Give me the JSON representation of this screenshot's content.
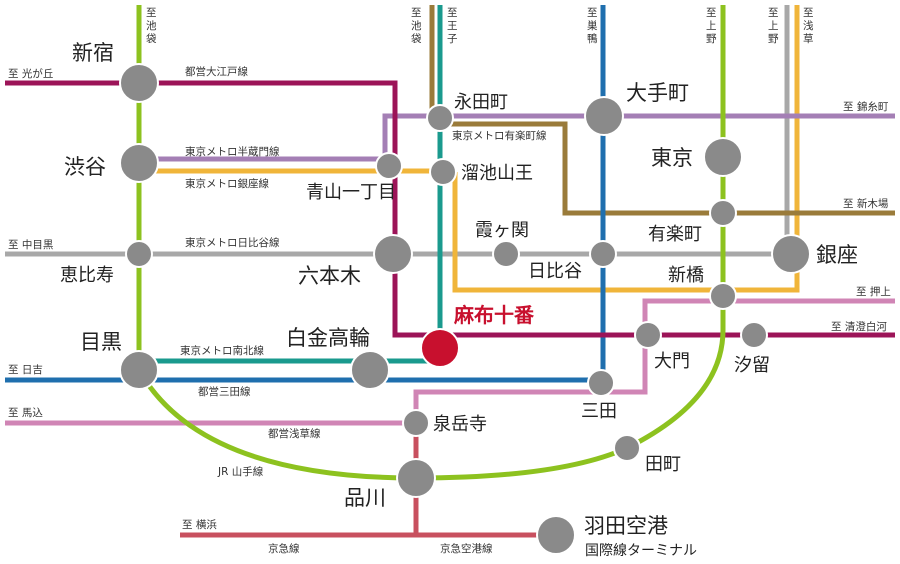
{
  "title_station": "麻布十番",
  "colors": {
    "oedo": "#9c1458",
    "yamanote": "#8dc21f",
    "hanzomon": "#a47fb5",
    "ginza": "#f0b53a",
    "hibiya": "#a8a8a8",
    "namboku": "#1a9a8e",
    "mita": "#1f6fae",
    "asakusa": "#d085b5",
    "yurakucho": "#9a7b3a",
    "keikyu": "#c8505f",
    "highlight": "#c8102e",
    "station": "#8a8a8a"
  },
  "stations": {
    "shinjuku": "新宿",
    "shibuya": "渋谷",
    "ebisu": "恵比寿",
    "meguro": "目黒",
    "aoyama": "青山一丁目",
    "roppongi": "六本木",
    "shirokane": "白金高輪",
    "azabu": "麻布十番",
    "nagatacho": "永田町",
    "tameike": "溜池山王",
    "otemachi": "大手町",
    "tokyo": "東京",
    "yurakucho": "有楽町",
    "kasumigaseki": "霞ヶ関",
    "hibiya": "日比谷",
    "ginza": "銀座",
    "shimbashi": "新橋",
    "daimon": "大門",
    "shiodome": "汐留",
    "mita": "三田",
    "sengakuji": "泉岳寺",
    "shinagawa": "品川",
    "tamachi": "田町",
    "haneda": "羽田空港",
    "haneda_sub": "国際線ターミナル"
  },
  "lines": {
    "oedo": "都営大江戸線",
    "hanzomon": "東京メトロ半蔵門線",
    "ginza": "東京メトロ銀座線",
    "hibiya": "東京メトロ日比谷線",
    "namboku": "東京メトロ南北線",
    "mita": "都営三田線",
    "asakusa": "都営浅草線",
    "yamanote": "JR 山手線",
    "yurakucho": "東京メトロ有楽町線",
    "keikyu": "京急線",
    "keikyu_airport": "京急空港線"
  },
  "directions": {
    "hikarigaoka": "至 光が丘",
    "nakameguro": "至 中目黒",
    "hiyoshi": "至 日吉",
    "magome": "至 馬込",
    "yokohama": "至 横浜",
    "kinshicho": "至 錦糸町",
    "shinkiba": "至 新木場",
    "oshiage": "至 押上",
    "kiyosumi": "至 清澄白河",
    "ikebukuro_jr": [
      "至",
      "池",
      "袋"
    ],
    "ikebukuro_y": [
      "至",
      "池",
      "袋"
    ],
    "oji": [
      "至",
      "王",
      "子"
    ],
    "sugamo": [
      "至",
      "巣",
      "鴨"
    ],
    "ueno_jr": [
      "至",
      "上",
      "野"
    ],
    "ueno_h": [
      "至",
      "上",
      "野"
    ],
    "asakusa": [
      "至",
      "浅",
      "草"
    ]
  }
}
